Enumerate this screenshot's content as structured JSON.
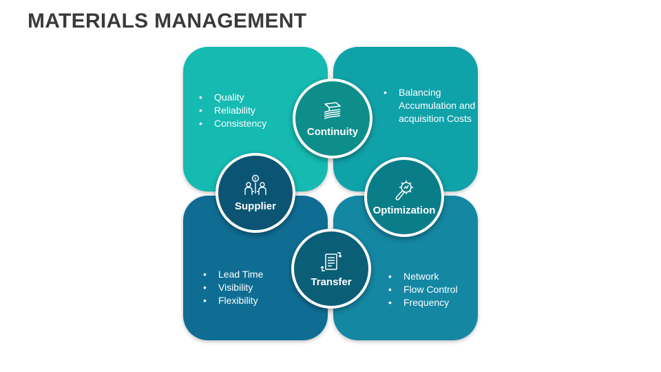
{
  "title": "MATERIALS MANAGEMENT",
  "panels": {
    "top_left": {
      "items": [
        "Quality",
        "Reliability",
        "Consistency"
      ]
    },
    "top_right": {
      "items": [
        "Balancing Accumulation and acquisition Costs"
      ]
    },
    "bottom_left": {
      "items": [
        "Lead Time",
        "Visibility",
        "Flexibility"
      ]
    },
    "bottom_right": {
      "items": [
        "Network",
        "Flow Control",
        "Frequency"
      ]
    }
  },
  "hubs": {
    "continuity": {
      "label": "Continuity",
      "icon": "stacked-sheets-icon"
    },
    "supplier": {
      "label": "Supplier",
      "icon": "people-exchange-icon"
    },
    "optimization": {
      "label": "Optimization",
      "icon": "gear-wrench-icon"
    },
    "transfer": {
      "label": "Transfer",
      "icon": "document-transfer-icon"
    }
  },
  "colors": {
    "panel_top_left": "#15bab1",
    "panel_top_right": "#10a2a9",
    "panel_bottom_left": "#0f6d94",
    "panel_bottom_right": "#1487a3",
    "title": "#3a3a3a"
  }
}
